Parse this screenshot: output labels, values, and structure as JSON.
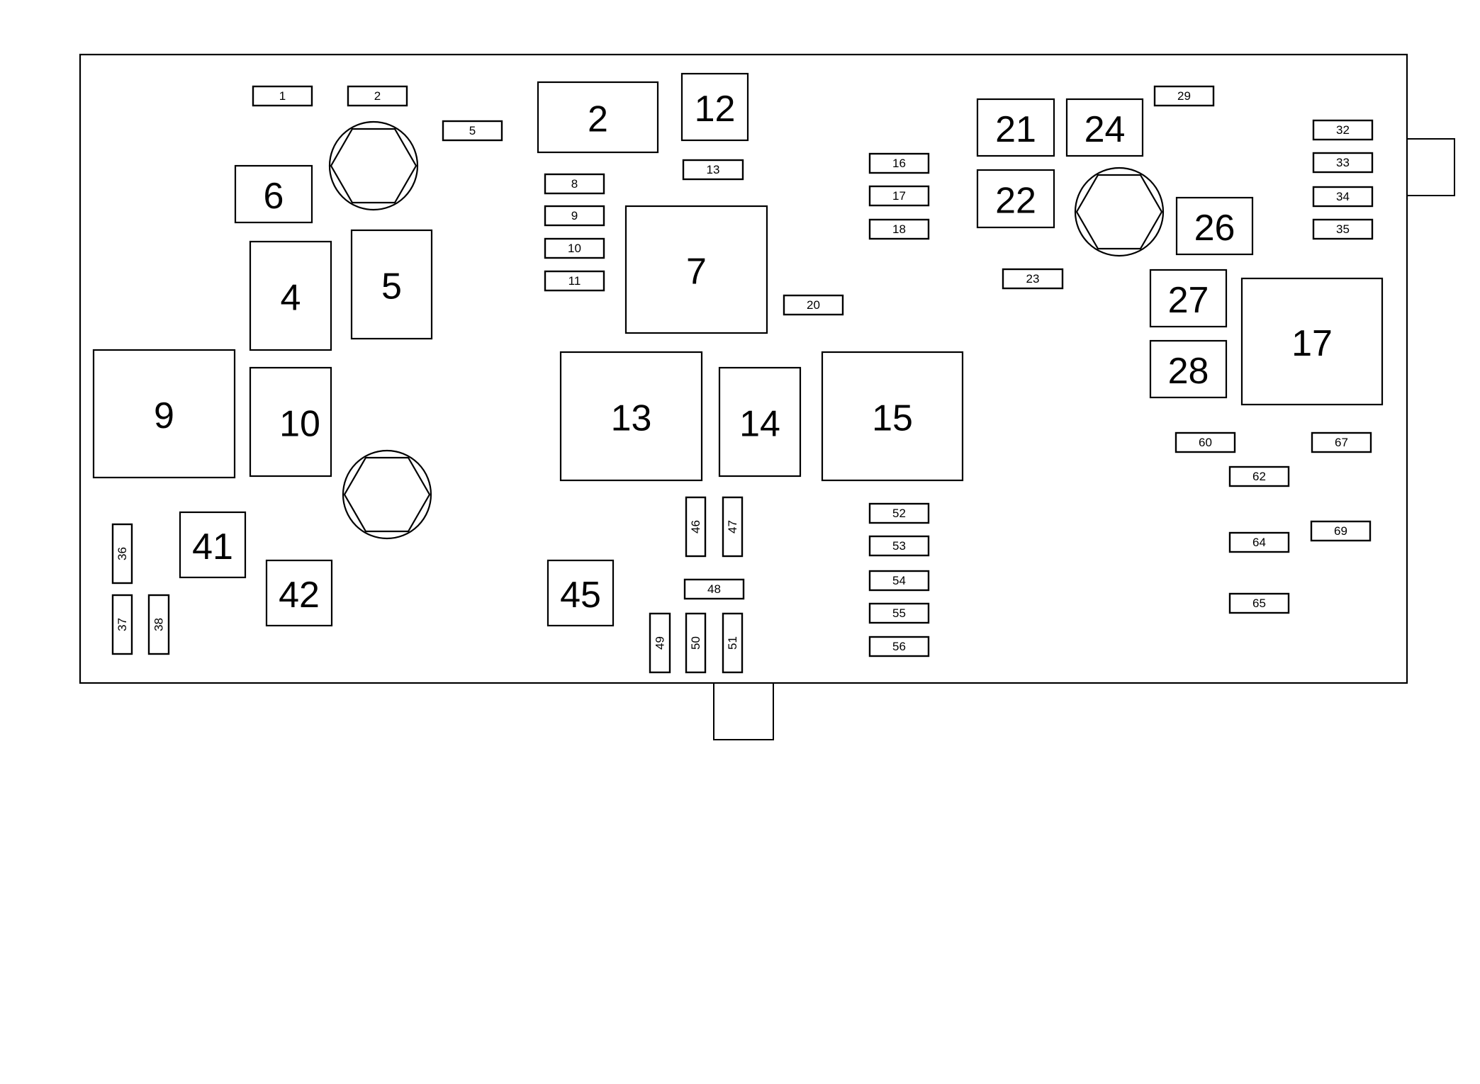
{
  "fuse_block": {
    "relays": [
      {
        "label": "2"
      },
      {
        "label": "12"
      },
      {
        "label": "6"
      },
      {
        "label": "4"
      },
      {
        "label": "5"
      },
      {
        "label": "7"
      },
      {
        "label": "9"
      },
      {
        "label": "10"
      },
      {
        "label": "13"
      },
      {
        "label": "14"
      },
      {
        "label": "15"
      },
      {
        "label": "21"
      },
      {
        "label": "24"
      },
      {
        "label": "22"
      },
      {
        "label": "26"
      },
      {
        "label": "27"
      },
      {
        "label": "28"
      },
      {
        "label": "17"
      },
      {
        "label": "41"
      },
      {
        "label": "42"
      },
      {
        "label": "45"
      }
    ],
    "fuses": [
      {
        "label": "1"
      },
      {
        "label": "2"
      },
      {
        "label": "5"
      },
      {
        "label": "8"
      },
      {
        "label": "9"
      },
      {
        "label": "10"
      },
      {
        "label": "11"
      },
      {
        "label": "13"
      },
      {
        "label": "16"
      },
      {
        "label": "17"
      },
      {
        "label": "18"
      },
      {
        "label": "20"
      },
      {
        "label": "23"
      },
      {
        "label": "29"
      },
      {
        "label": "32"
      },
      {
        "label": "33"
      },
      {
        "label": "34"
      },
      {
        "label": "35"
      },
      {
        "label": "60"
      },
      {
        "label": "67"
      },
      {
        "label": "62"
      },
      {
        "label": "64"
      },
      {
        "label": "69"
      },
      {
        "label": "65"
      },
      {
        "label": "52"
      },
      {
        "label": "53"
      },
      {
        "label": "54"
      },
      {
        "label": "55"
      },
      {
        "label": "56"
      },
      {
        "label": "48"
      },
      {
        "label": "46"
      },
      {
        "label": "47"
      },
      {
        "label": "49"
      },
      {
        "label": "50"
      },
      {
        "label": "51"
      },
      {
        "label": "36"
      },
      {
        "label": "37"
      },
      {
        "label": "38"
      }
    ]
  },
  "colors": {
    "stroke": "#000000",
    "background": "#ffffff"
  }
}
